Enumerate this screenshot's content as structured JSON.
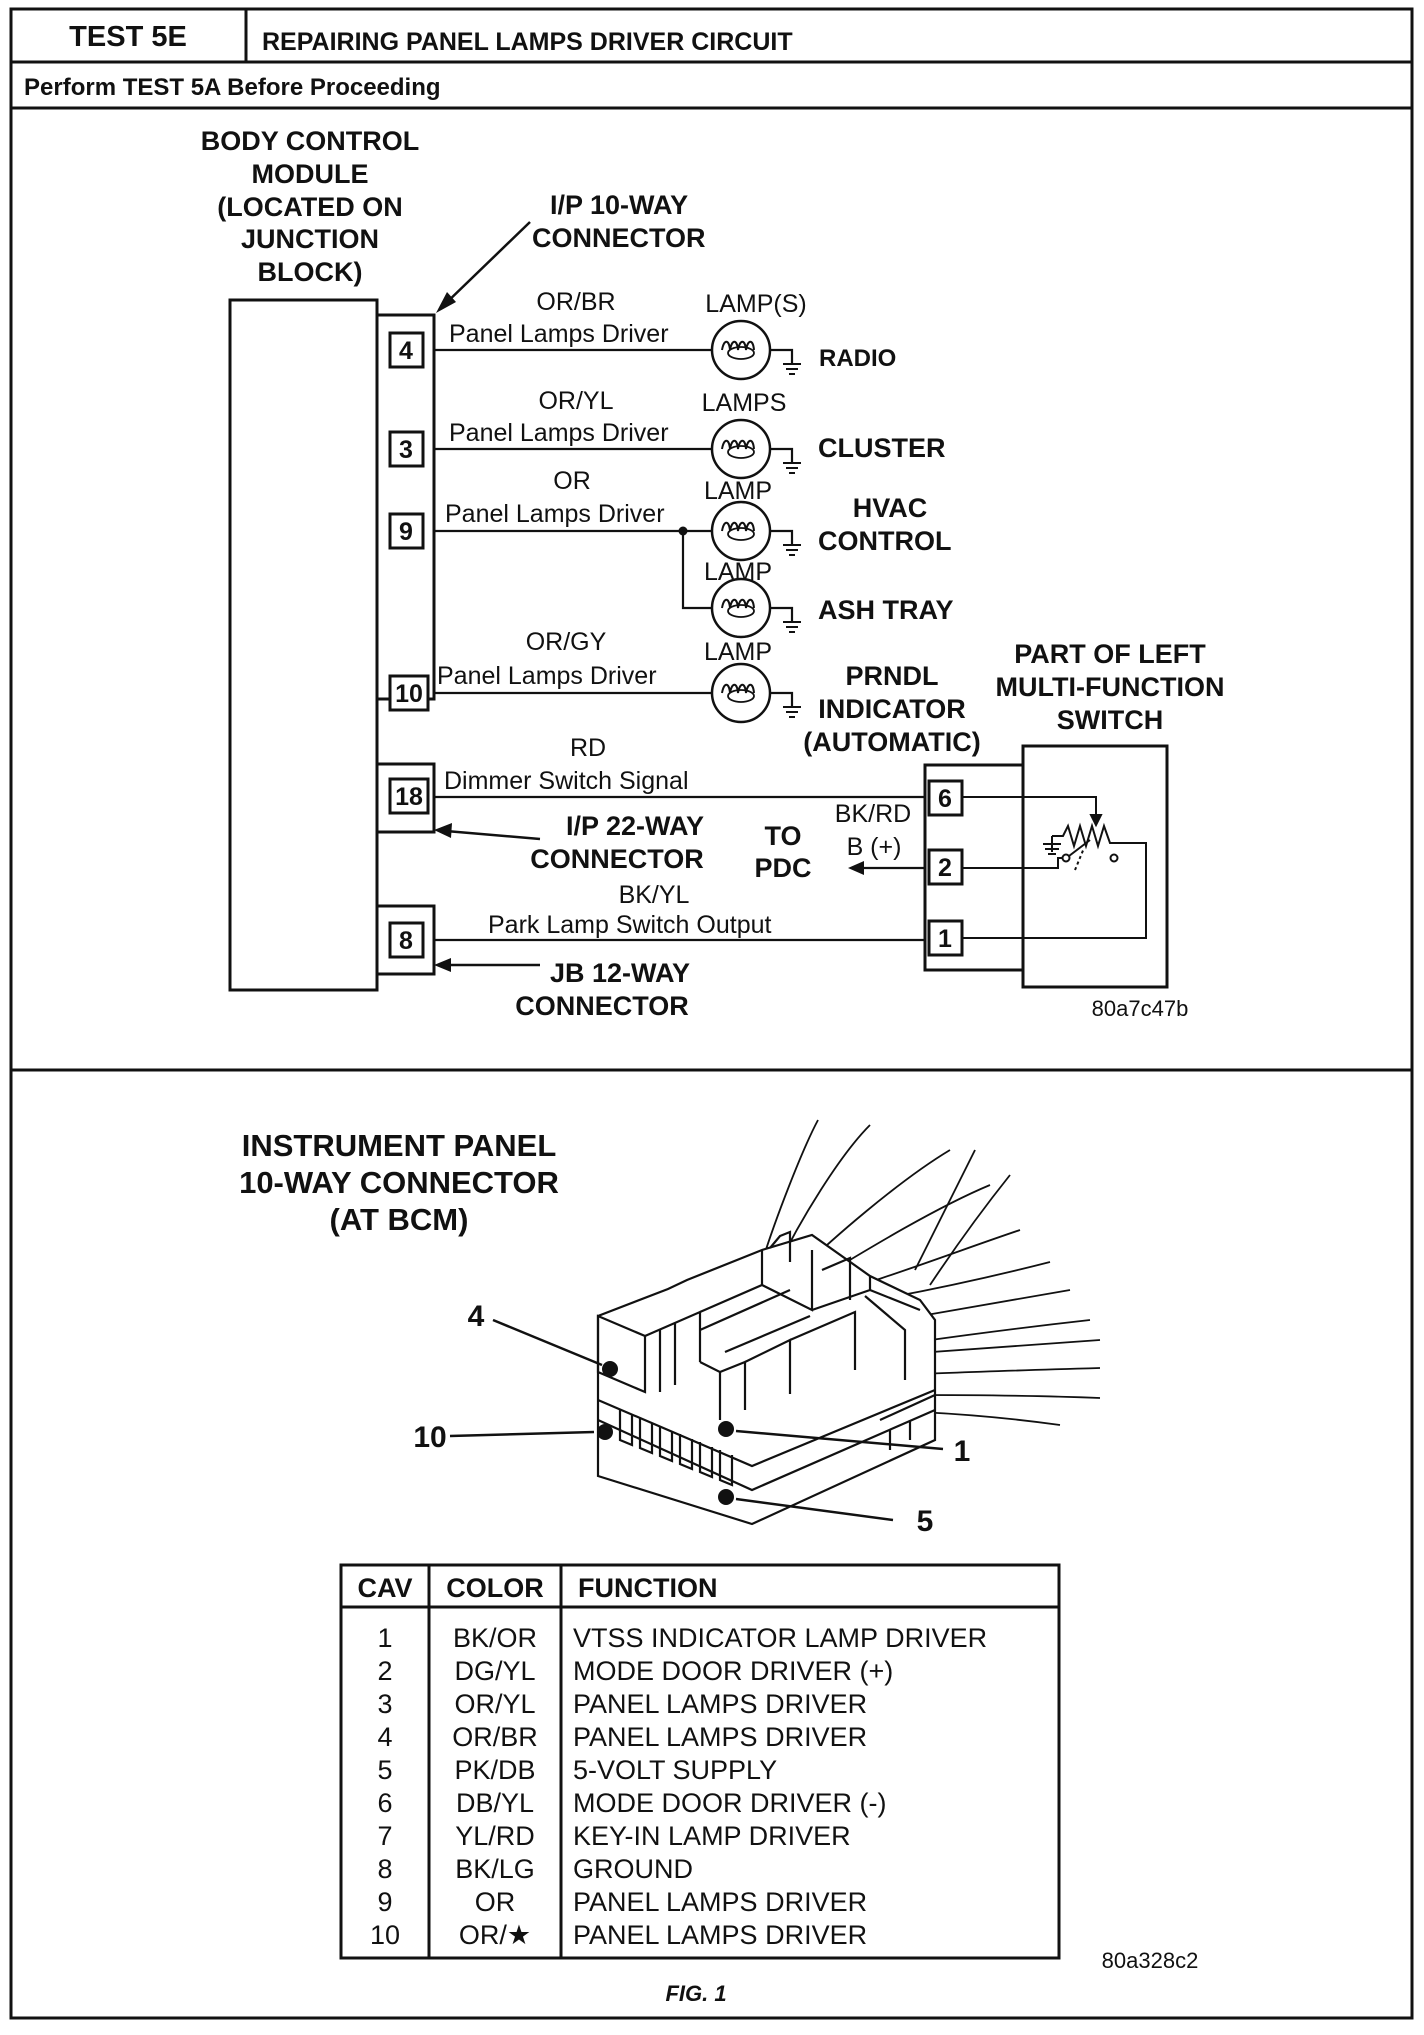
{
  "header": {
    "test_id": "TEST 5E",
    "title": "REPAIRING PANEL LAMPS DRIVER CIRCUIT",
    "prerequisite": "Perform TEST 5A Before Proceeding"
  },
  "schematic": {
    "bcm_label": [
      "BODY CONTROL",
      "MODULE",
      "(LOCATED ON",
      "JUNCTION",
      "BLOCK)"
    ],
    "ip10_label": [
      "I/P 10-WAY",
      "CONNECTOR"
    ],
    "ip22_label": [
      "I/P 22-WAY",
      "CONNECTOR"
    ],
    "jb12_label": [
      "JB 12-WAY",
      "CONNECTOR"
    ],
    "switch_label": [
      "PART OF LEFT",
      "MULTI-FUNCTION",
      "SWITCH"
    ],
    "to_pdc": [
      "TO",
      "PDC"
    ],
    "pins": [
      "4",
      "3",
      "9",
      "10",
      "18",
      "8"
    ],
    "switch_pins": [
      "6",
      "2",
      "1"
    ],
    "circuits": [
      {
        "color": "OR/BR",
        "name": "Panel Lamps Driver",
        "lamp_label": "LAMP(S)",
        "load": [
          "RADIO"
        ]
      },
      {
        "color": "OR/YL",
        "name": "Panel Lamps Driver",
        "lamp_label": "LAMPS",
        "load": [
          "CLUSTER"
        ]
      },
      {
        "color": "OR",
        "name": "Panel Lamps Driver",
        "lamp_label": "LAMP",
        "load": [
          "HVAC",
          "CONTROL"
        ]
      },
      {
        "color": "",
        "name": "",
        "lamp_label": "LAMP",
        "load": [
          "ASH TRAY"
        ]
      },
      {
        "color": "OR/GY",
        "name": "Panel Lamps Driver",
        "lamp_label": "LAMP",
        "load": [
          "PRNDL",
          "INDICATOR",
          "(AUTOMATIC)"
        ]
      }
    ],
    "dimmer": {
      "color": "RD",
      "name": "Dimmer Switch Signal"
    },
    "pdc": {
      "color": "BK/RD",
      "name": "B (+)"
    },
    "park": {
      "color": "BK/YL",
      "name": "Park Lamp Switch Output"
    },
    "figure_id": "80a7c47b"
  },
  "connector_view": {
    "title": [
      "INSTRUMENT PANEL",
      "10-WAY CONNECTOR",
      "(AT BCM)"
    ],
    "callouts": [
      "4",
      "10",
      "1",
      "5"
    ],
    "table": {
      "headers": [
        "CAV",
        "COLOR",
        "FUNCTION"
      ],
      "rows": [
        [
          "1",
          "BK/OR",
          "VTSS INDICATOR LAMP DRIVER"
        ],
        [
          "2",
          "DG/YL",
          "MODE DOOR DRIVER (+)"
        ],
        [
          "3",
          "OR/YL",
          "PANEL LAMPS DRIVER"
        ],
        [
          "4",
          "OR/BR",
          "PANEL LAMPS DRIVER"
        ],
        [
          "5",
          "PK/DB",
          "5-VOLT SUPPLY"
        ],
        [
          "6",
          "DB/YL",
          "MODE DOOR DRIVER (-)"
        ],
        [
          "7",
          "YL/RD",
          "KEY-IN LAMP DRIVER"
        ],
        [
          "8",
          "BK/LG",
          "GROUND"
        ],
        [
          "9",
          "OR",
          "PANEL LAMPS DRIVER"
        ],
        [
          "10",
          "OR/★",
          "PANEL LAMPS DRIVER"
        ]
      ]
    },
    "figure_id": "80a328c2",
    "caption": "FIG. 1"
  }
}
